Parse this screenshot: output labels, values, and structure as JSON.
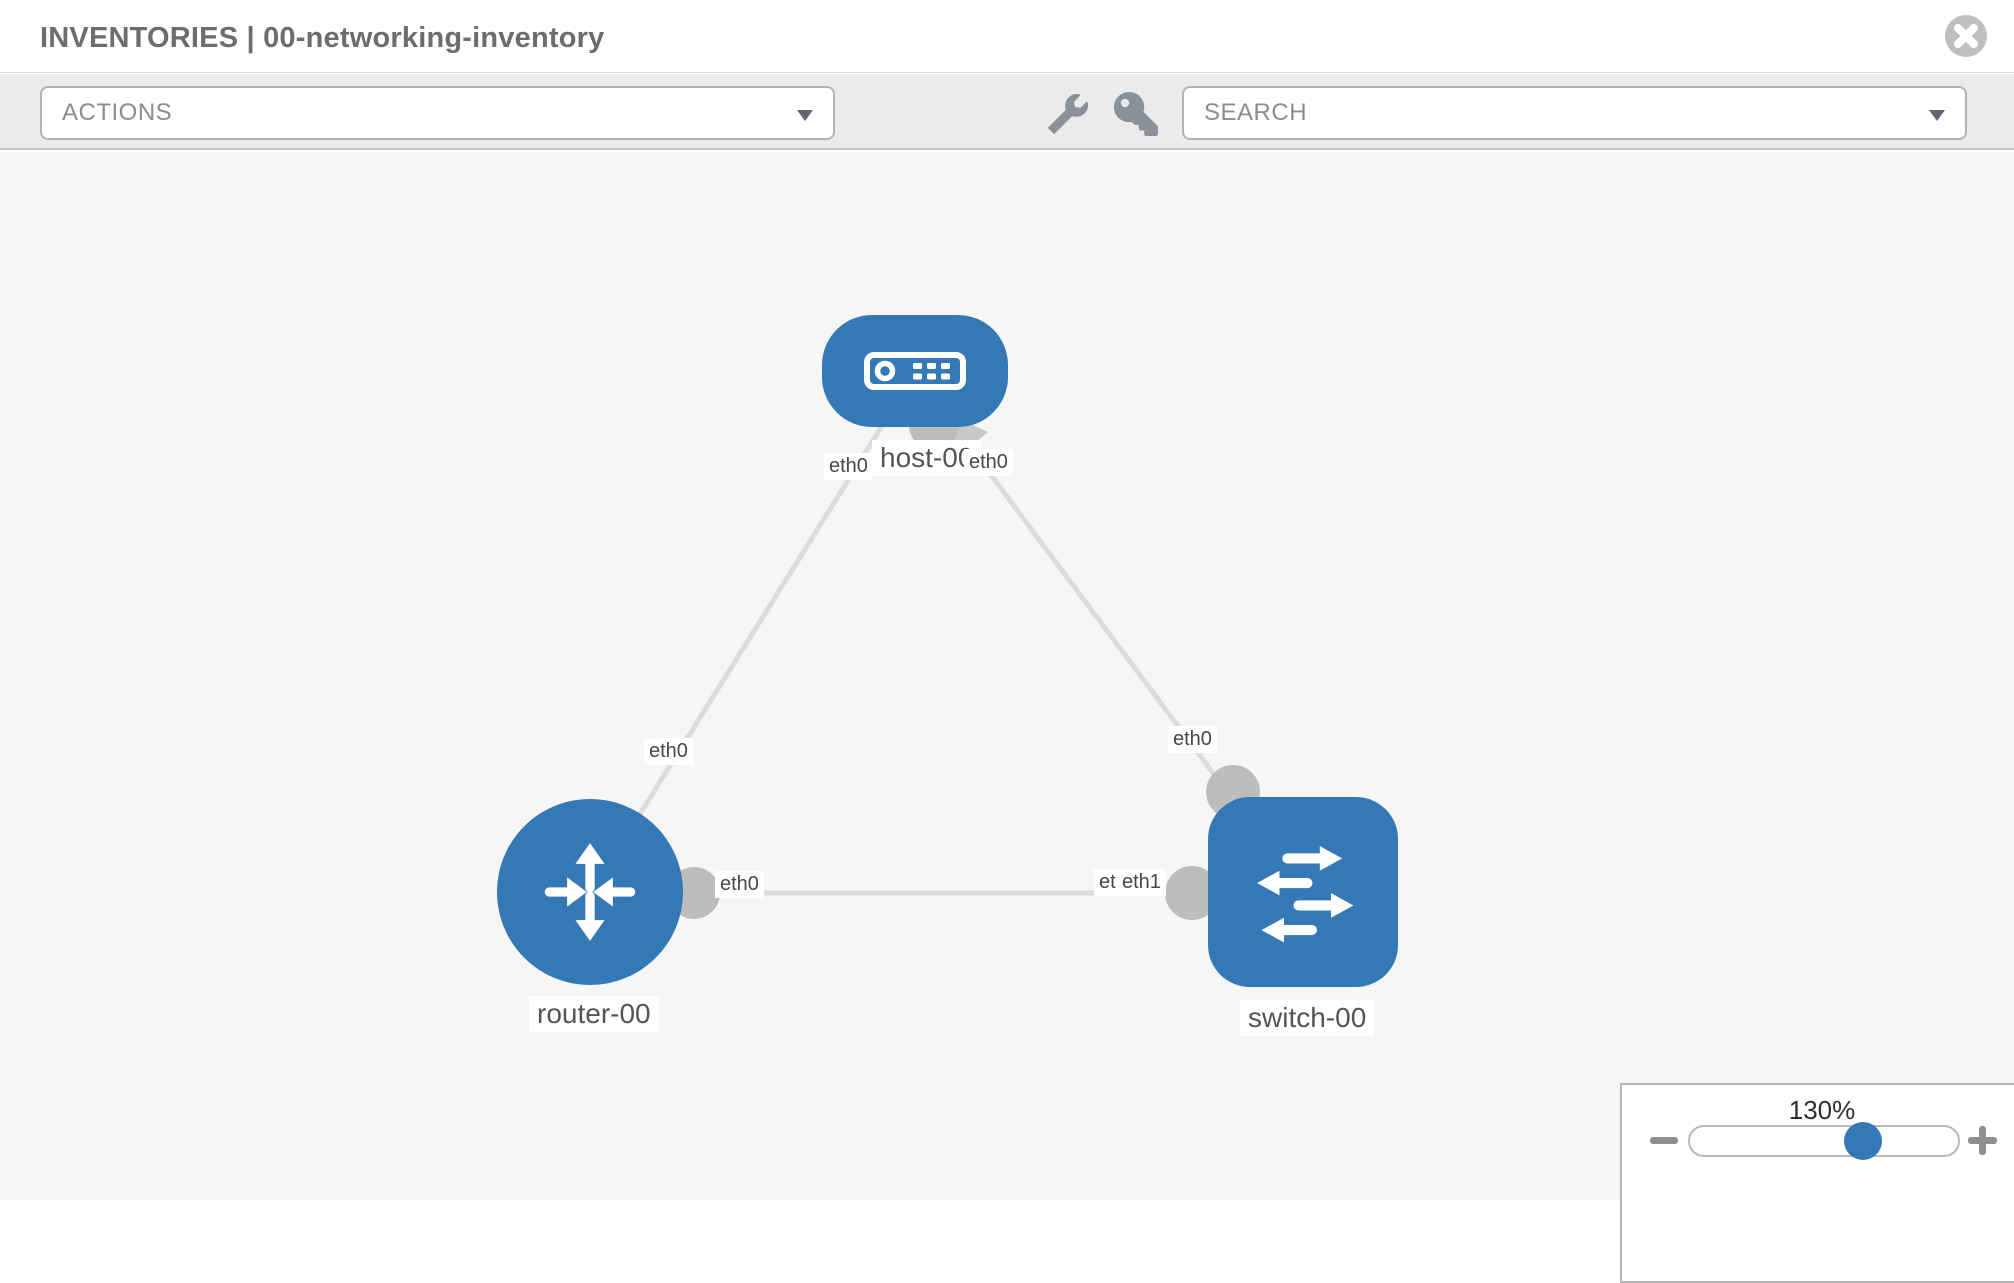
{
  "header": {
    "title": "INVENTORIES | 00-networking-inventory",
    "close_icon": "circle-x"
  },
  "toolbar": {
    "actions_label": "ACTIONS",
    "search_label": "SEARCH",
    "icons": [
      "wrench-icon",
      "key-icon"
    ]
  },
  "topology": {
    "nodes": [
      {
        "label": "host-00",
        "type": "host"
      },
      {
        "label": "router-00",
        "type": "router"
      },
      {
        "label": "switch-00",
        "type": "switch"
      }
    ],
    "links": [
      {
        "from": "host-00",
        "from_if": "eth0",
        "to": "router-00",
        "to_if": "eth0"
      },
      {
        "from": "host-00",
        "from_if": "eth0",
        "to": "switch-00",
        "to_if": "eth0"
      },
      {
        "from": "router-00",
        "from_if": "eth0",
        "to": "switch-00",
        "to_if": "eth1"
      }
    ],
    "interface_labels": {
      "host_left": "eth0",
      "host_right": "eth0",
      "router_top": "eth0",
      "switch_top": "eth0",
      "router_right": "eth0",
      "switch_left_back": "eth0",
      "switch_left_front": "eth1"
    }
  },
  "zoom_control": {
    "level": "130%",
    "value": 130,
    "minus_icon": "minus",
    "plus_icon": "plus"
  },
  "colors": {
    "node_fill": "#3478b5",
    "link_stroke": "#dcdcdc",
    "interface_dot": "#bdbdbd",
    "canvas_bg": "#f6f6f6",
    "toolbar_bg": "#ebebeb",
    "icon_gray": "#8b919b"
  }
}
